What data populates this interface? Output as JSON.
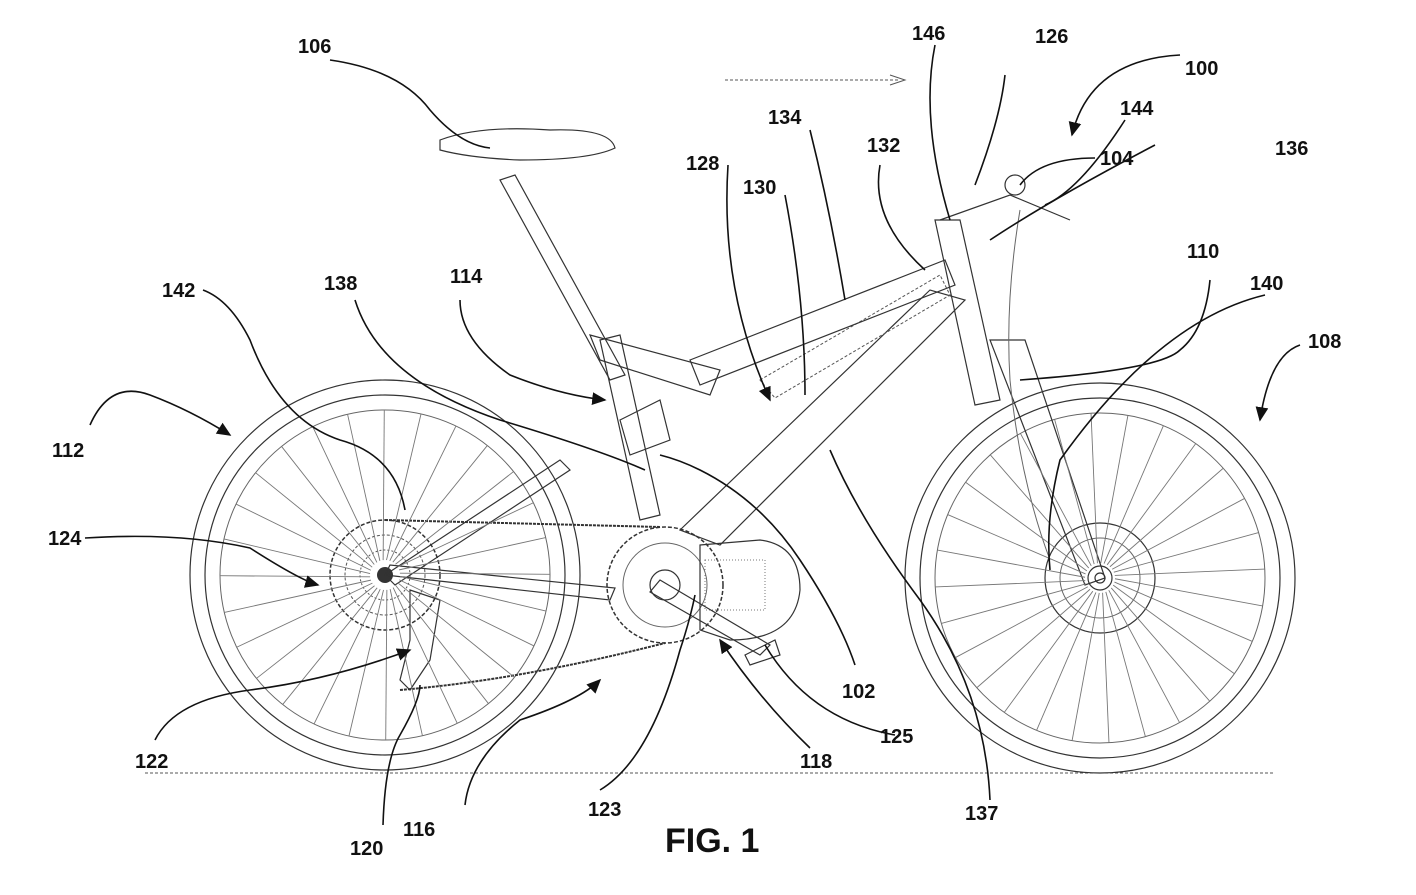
{
  "figure": {
    "caption": "FIG. 1",
    "subject": "electric bicycle side view patent drawing",
    "labels": {
      "l100": "100",
      "l102": "102",
      "l104": "104",
      "l106": "106",
      "l108": "108",
      "l110": "110",
      "l112": "112",
      "l114": "114",
      "l116": "116",
      "l118": "118",
      "l120": "120",
      "l122": "122",
      "l123": "123",
      "l124": "124",
      "l125": "125",
      "l126": "126",
      "l128": "128",
      "l130": "130",
      "l132": "132",
      "l134": "134",
      "l136": "136",
      "l137": "137",
      "l138": "138",
      "l140": "140",
      "l142": "142",
      "l144": "144",
      "l146": "146"
    },
    "direction_arrow": "forward-direction-arrow"
  }
}
